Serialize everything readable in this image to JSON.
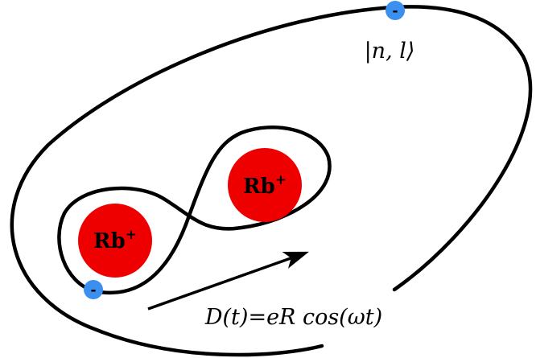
{
  "colors": {
    "ion": "#ee0000",
    "electron": "#3a8fef",
    "stroke": "#000000"
  },
  "ions": [
    {
      "label": "Rb",
      "charge": "+"
    },
    {
      "label": "Rb",
      "charge": "+"
    }
  ],
  "electrons": [
    {
      "sign": "-"
    },
    {
      "sign": "-"
    }
  ],
  "labels": {
    "state": "|n, l⟩",
    "dipole": "D(t)=eR cos(ωt)"
  },
  "icons": {
    "arrow": "arrow-icon"
  }
}
